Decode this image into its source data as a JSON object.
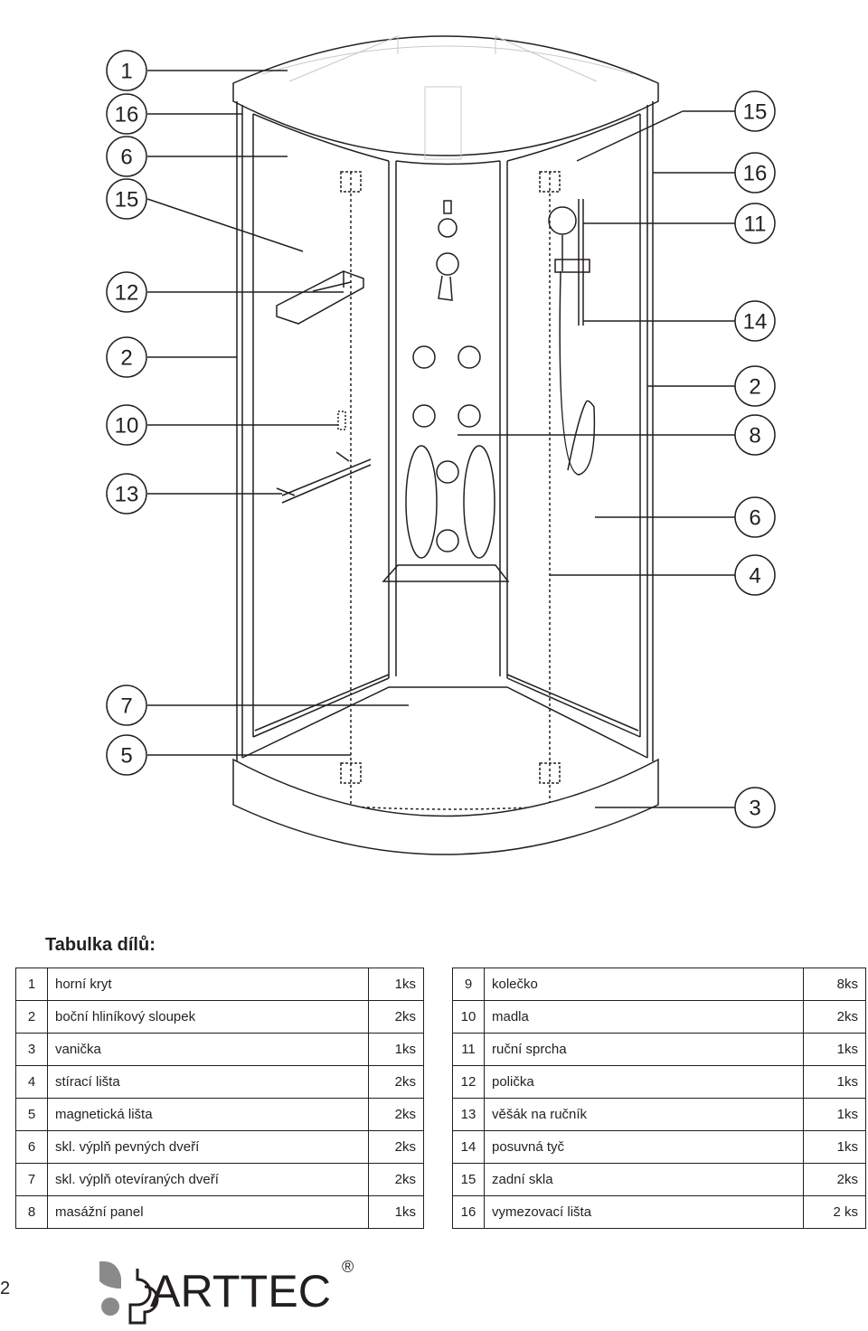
{
  "callouts": {
    "left": [
      "1",
      "16",
      "6",
      "15",
      "12",
      "2",
      "10",
      "13",
      "7",
      "5"
    ],
    "right": [
      "15",
      "16",
      "11",
      "14",
      "2",
      "8",
      "6",
      "4",
      "3"
    ]
  },
  "parts_table": {
    "title": "Tabulka dílů:",
    "left": [
      {
        "n": "1",
        "name": "horní kryt",
        "qty": "1ks"
      },
      {
        "n": "2",
        "name": "boční hliníkový sloupek",
        "qty": "2ks"
      },
      {
        "n": "3",
        "name": "vanička",
        "qty": "1ks"
      },
      {
        "n": "4",
        "name": "stírací lišta",
        "qty": "2ks"
      },
      {
        "n": "5",
        "name": "magnetická lišta",
        "qty": "2ks"
      },
      {
        "n": "6",
        "name": "skl. výplň pevných dveří",
        "qty": "2ks"
      },
      {
        "n": "7",
        "name": "skl. výplň otevíraných dveří",
        "qty": "2ks"
      },
      {
        "n": "8",
        "name": "masážní panel",
        "qty": "1ks"
      }
    ],
    "right": [
      {
        "n": "9",
        "name": "kolečko",
        "qty": "8ks"
      },
      {
        "n": "10",
        "name": "madla",
        "qty": "2ks"
      },
      {
        "n": "11",
        "name": "ruční sprcha",
        "qty": "1ks"
      },
      {
        "n": "12",
        "name": "polička",
        "qty": "1ks"
      },
      {
        "n": "13",
        "name": "věšák na ručník",
        "qty": "1ks"
      },
      {
        "n": "14",
        "name": "posuvná tyč",
        "qty": "1ks"
      },
      {
        "n": "15",
        "name": "zadní skla",
        "qty": "2ks"
      },
      {
        "n": "16",
        "name": "vymezovací lišta",
        "qty": "2 ks"
      }
    ]
  },
  "footer": {
    "page_number": "2",
    "logo_text": "ARTTEC",
    "logo_mark": "®"
  }
}
